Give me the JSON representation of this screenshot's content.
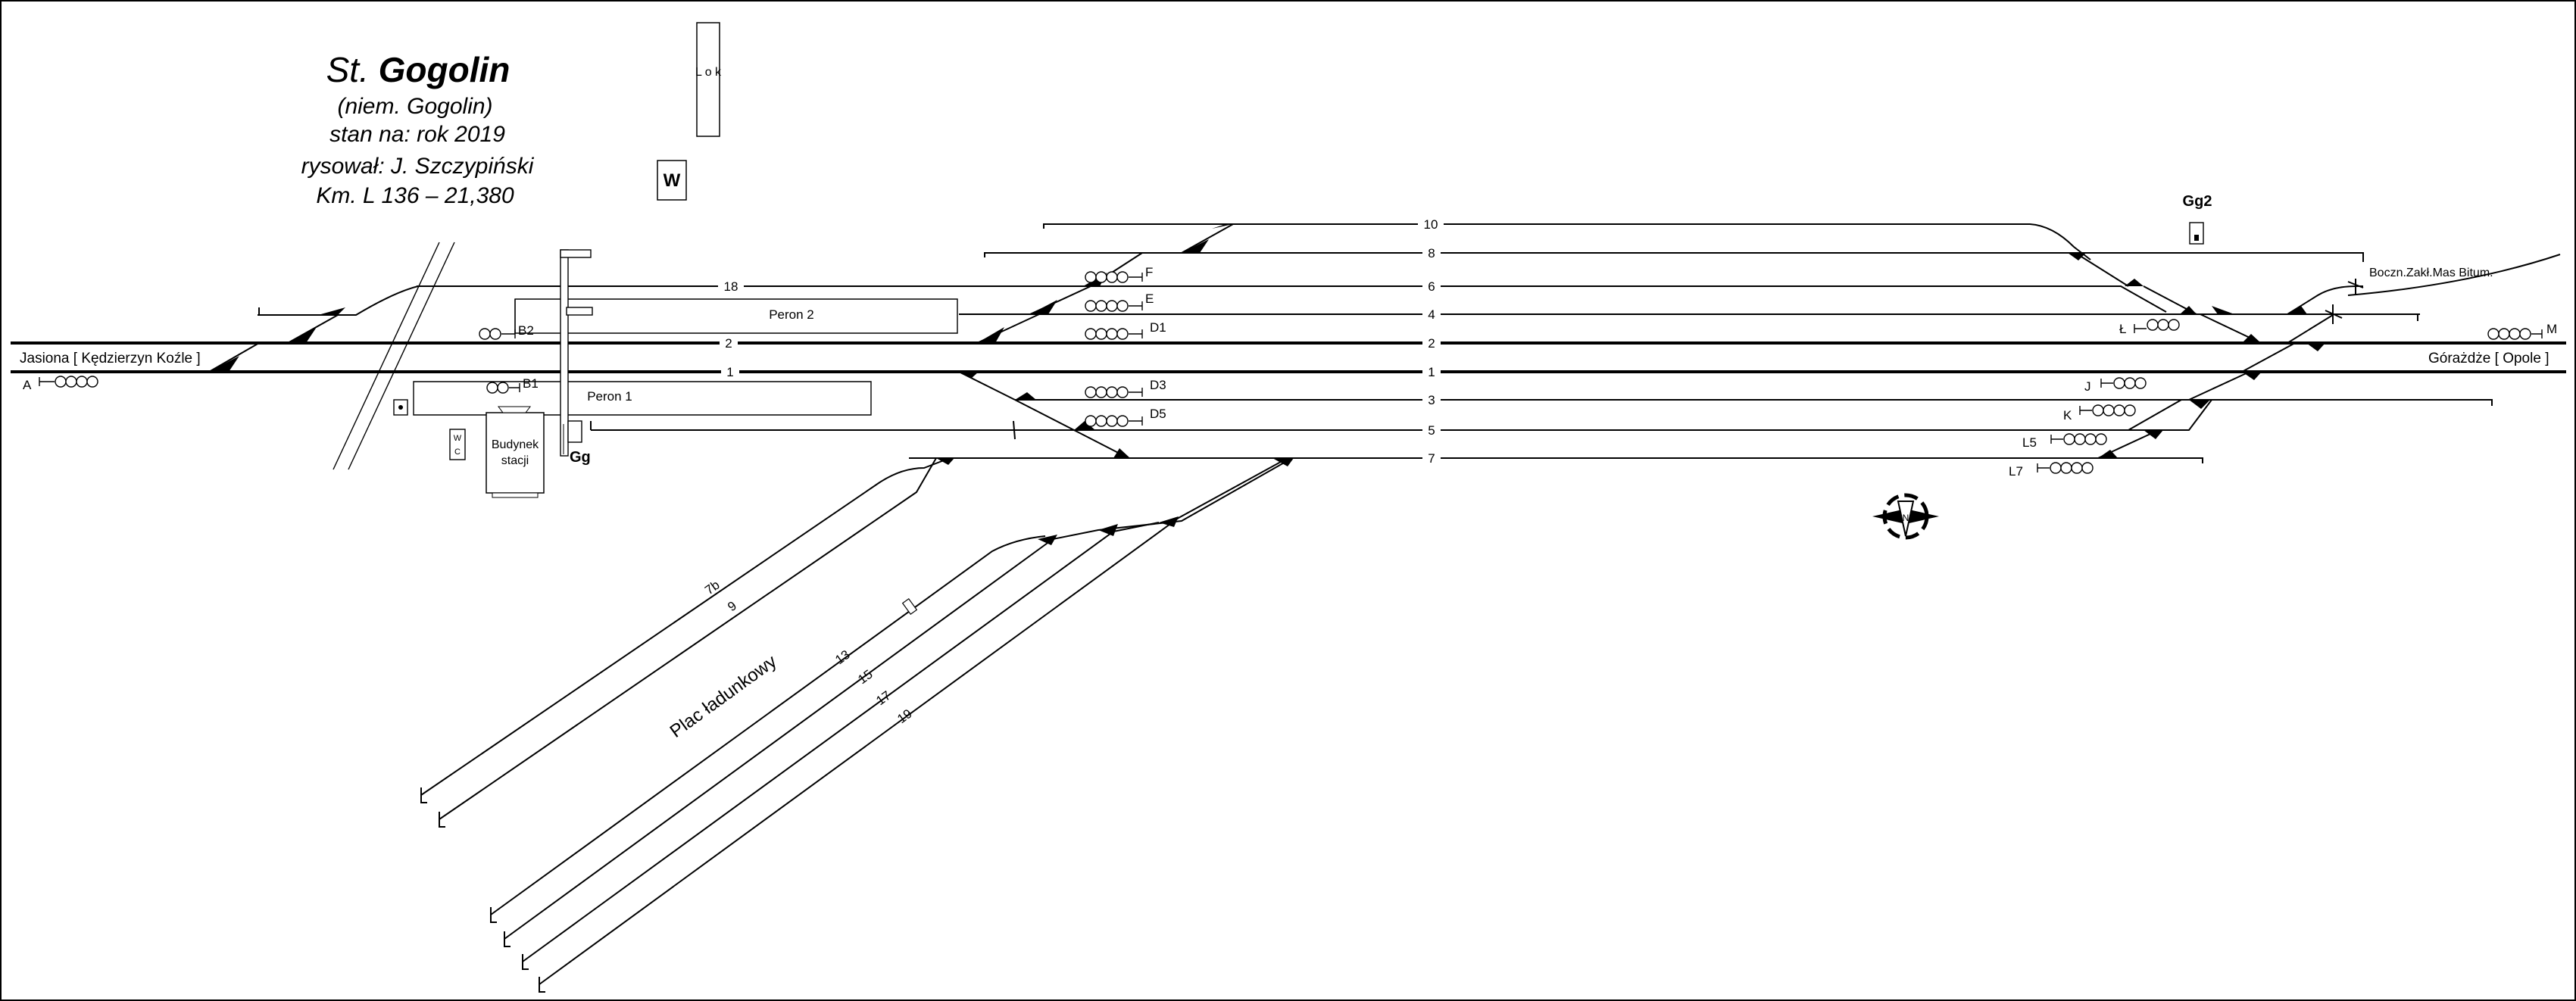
{
  "title": {
    "prefix": "St.",
    "station": "Gogolin",
    "german_name": "(niem. Gogolin)",
    "status": "stan na: rok 2019",
    "author": "rysował: J. Szczypiński",
    "kilometre": "Km. L 136 – 21,380"
  },
  "directions": {
    "west": "Jasiona  [ Kędzierzyn Koźle ]",
    "east": "Górażdże [ Opole ]"
  },
  "buildings": {
    "loco_shed": "L o k",
    "water": "W",
    "station_building_line1": "Budynek",
    "station_building_line2": "stacji",
    "toilet": "W C",
    "box_gg": "Gg",
    "box_gg2": "Gg2",
    "siding": "Boczn.Zakł.Mas Bitum."
  },
  "platforms": {
    "peron1": "Peron 1",
    "peron2": "Peron 2"
  },
  "yard_label": "Plac ładunkowy",
  "tracks": [
    "10",
    "8",
    "18",
    "6",
    "4",
    "2",
    "1",
    "3",
    "5",
    "7",
    "7b",
    "9",
    "13",
    "15",
    "17",
    "19"
  ],
  "signals": {
    "A": "A",
    "B1": "B1",
    "B2": "B2",
    "D1": "D1",
    "D3": "D3",
    "D5": "D5",
    "E": "E",
    "F": "F",
    "J": "J",
    "K": "K",
    "L": "Ł",
    "L5": "L5",
    "L7": "L7",
    "M": "M"
  }
}
